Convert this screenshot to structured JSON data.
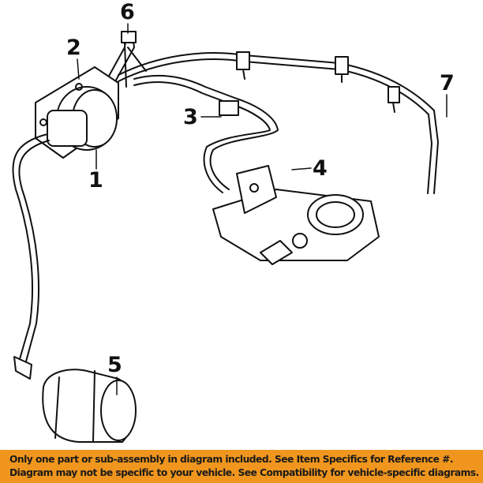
{
  "callouts": [
    "1",
    "2",
    "3",
    "4",
    "5",
    "6",
    "7"
  ],
  "banner": {
    "line1": "Only one part or sub-assembly in diagram included. See Item Specifics for Reference #.",
    "line2": "Diagram may not be specific to your vehicle. See Compatibility for vehicle-specific diagrams."
  },
  "colors": {
    "banner": "#f0961e",
    "ink": "#111111"
  }
}
